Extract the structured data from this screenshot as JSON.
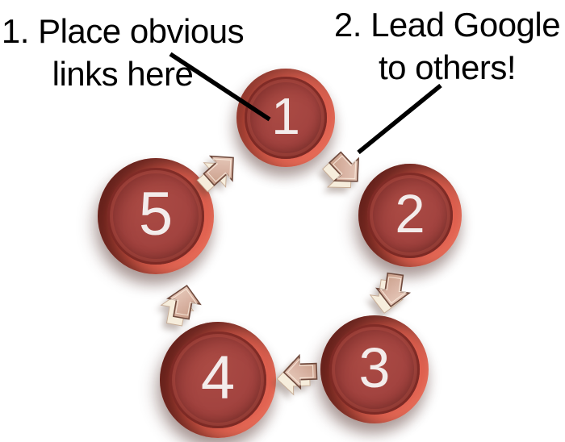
{
  "canvas": {
    "background": "#ffffff"
  },
  "diagram": {
    "type": "cycle",
    "direction": "clockwise",
    "node_shape": "3d-circle-button",
    "nodes": [
      {
        "label": "1"
      },
      {
        "label": "2"
      },
      {
        "label": "3"
      },
      {
        "label": "4"
      },
      {
        "label": "5"
      }
    ],
    "arrows": [
      {
        "from": "1",
        "to": "2"
      },
      {
        "from": "2",
        "to": "3"
      },
      {
        "from": "3",
        "to": "4"
      },
      {
        "from": "4",
        "to": "5"
      },
      {
        "from": "5",
        "to": "1"
      }
    ],
    "colors": {
      "node_face": "#a34440",
      "node_rim": "#e06150",
      "node_rim_shadow": "#47110d",
      "node_label": "#f3eceb",
      "arrow_face": "#d8b2a2",
      "arrow_outline": "#6f4a3d",
      "arrow_side": "#f6eddc",
      "annotation_text": "#000000"
    }
  },
  "annotations": [
    {
      "lines": [
        "1. Place obvious",
        "links here"
      ],
      "points_to": "node 1"
    },
    {
      "lines": [
        "2. Lead Google",
        "to others!"
      ],
      "points_to": "arrow from 1 to 2"
    }
  ]
}
